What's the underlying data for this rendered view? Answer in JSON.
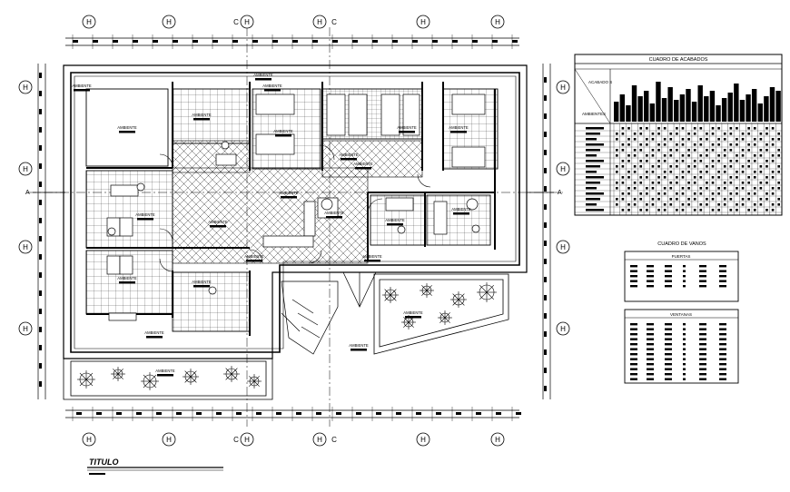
{
  "grid": {
    "top_axes": [
      "H",
      "H",
      "H",
      "H",
      "H",
      "H",
      "H"
    ],
    "bottom_axes": [
      "H",
      "H",
      "H",
      "H",
      "H",
      "H",
      "H"
    ],
    "left_axes": [
      "H",
      "H",
      "H",
      "H"
    ],
    "right_axes": [
      "H",
      "H",
      "H",
      "H"
    ],
    "center_marks": [
      "C",
      "C",
      "C",
      "C"
    ]
  },
  "rooms": {
    "tag": "AMBIENTE",
    "count": 24
  },
  "section_markers": [
    "A",
    "A"
  ],
  "schedule_finishes": {
    "title": "CUADRO DE ACABADOS",
    "col_header": "ACABADO S",
    "row_header": "AMBIENTES"
  },
  "schedule_openings": {
    "title": "CUADRO DE VANOS",
    "doors_label": "PUERTAS",
    "windows_label": "VENTANAS"
  },
  "drawing_title": "TITULO",
  "colors": {
    "ink": "#000000",
    "paper": "#ffffff"
  }
}
